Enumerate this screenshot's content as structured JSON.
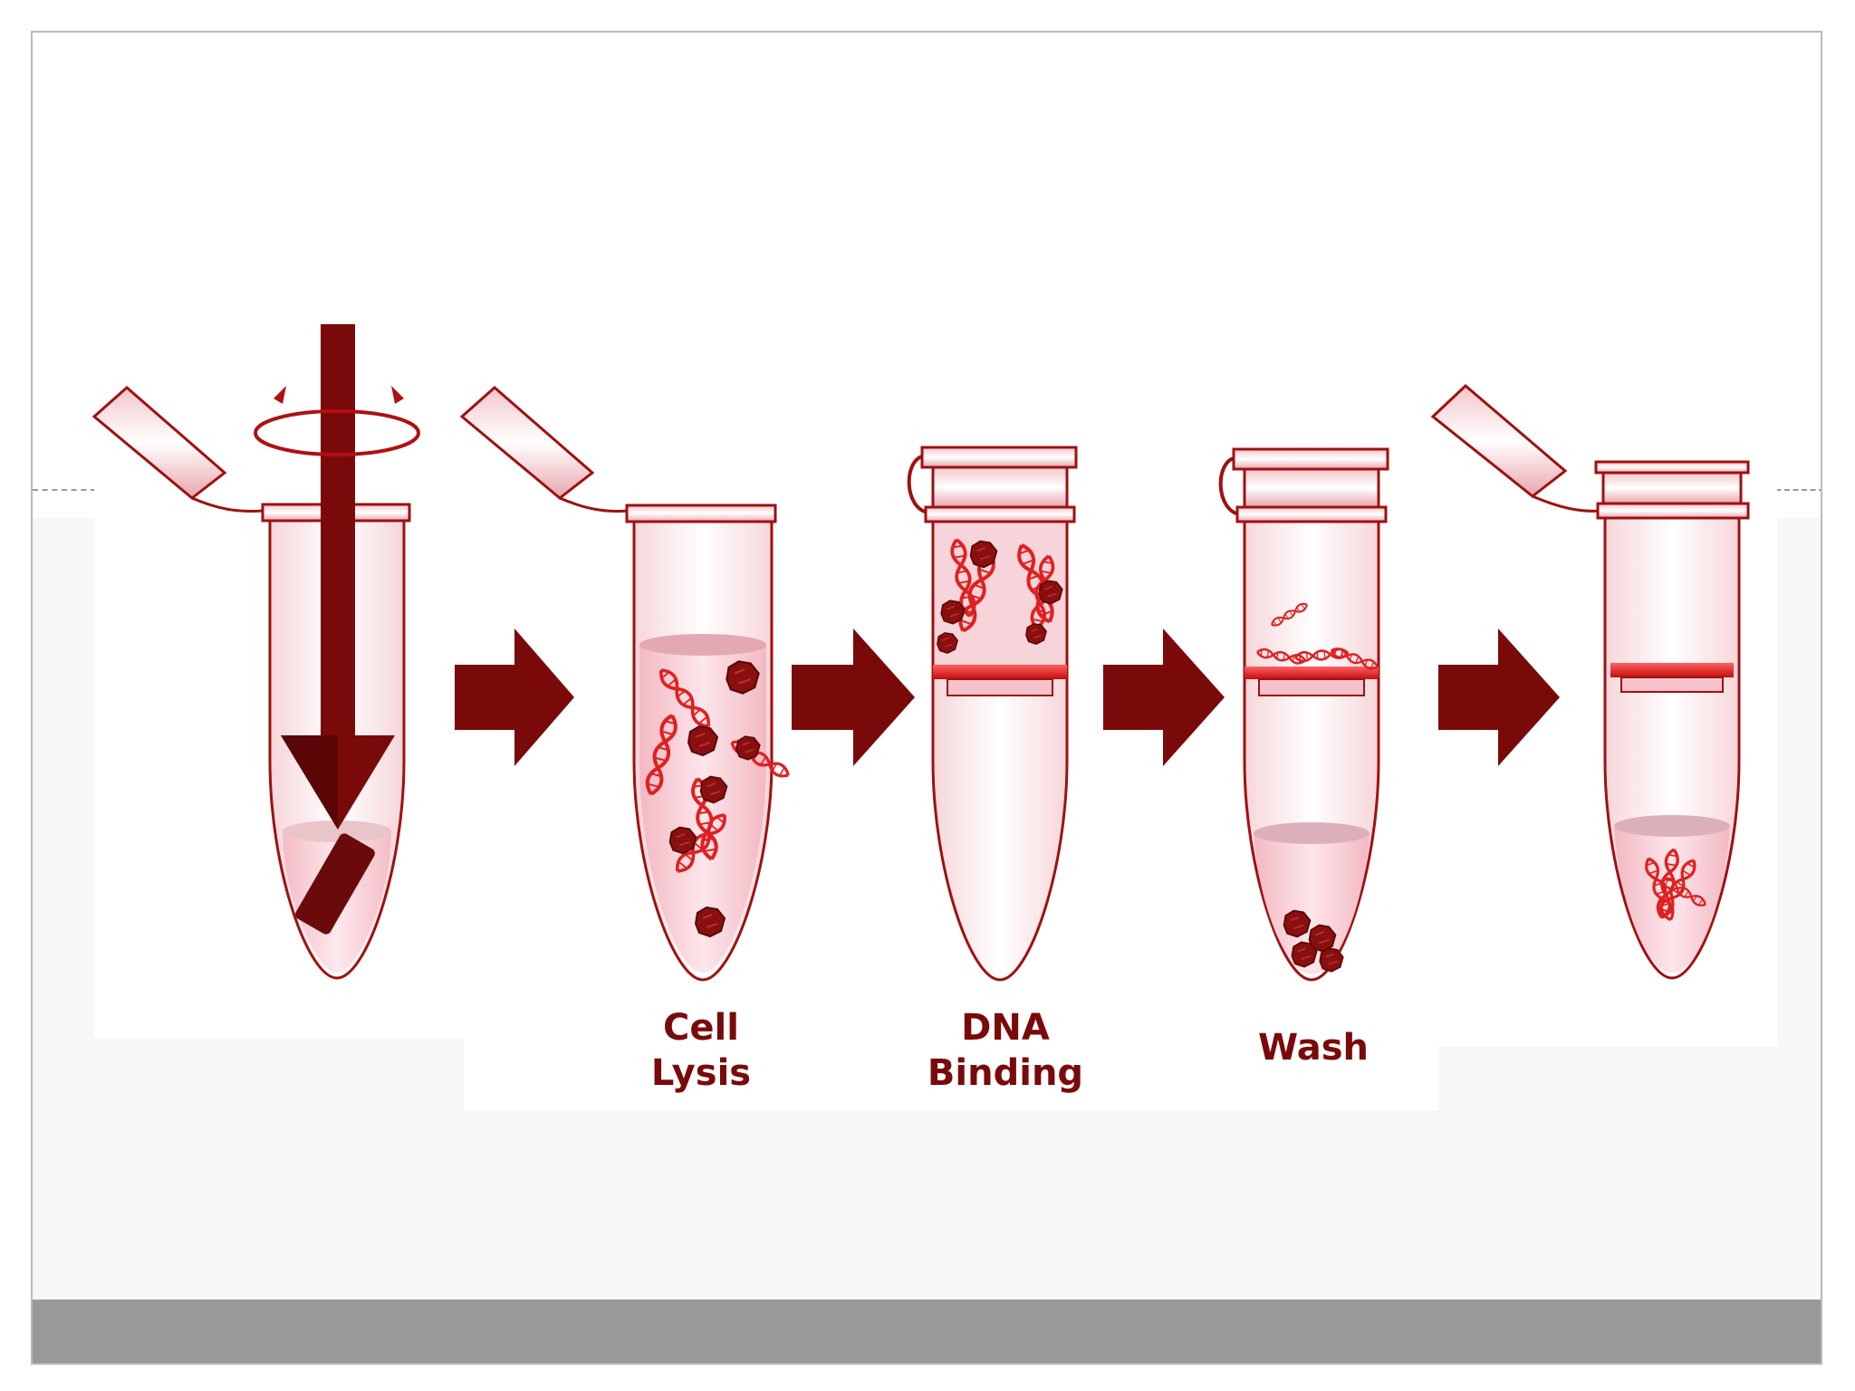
{
  "steps": [
    {
      "id": "grind",
      "label_lines": []
    },
    {
      "id": "cell-lysis",
      "label_lines": [
        "Cell",
        "Lysis"
      ]
    },
    {
      "id": "dna-binding",
      "label_lines": [
        "DNA",
        "Binding"
      ]
    },
    {
      "id": "wash",
      "label_lines": [
        "Wash"
      ]
    },
    {
      "id": "elution",
      "label_lines": []
    }
  ],
  "colors": {
    "accent": "#7a0a0a",
    "dna": "#e02020",
    "tube_outline": "#a01010",
    "liquid": "#f6c6cf",
    "arrow": "#7a0a0a"
  },
  "icons": [
    "pestle-arrow-icon",
    "rotation-icon",
    "dna-helix-icon",
    "debris-icon",
    "step-arrow-icon",
    "spin-column-icon"
  ]
}
